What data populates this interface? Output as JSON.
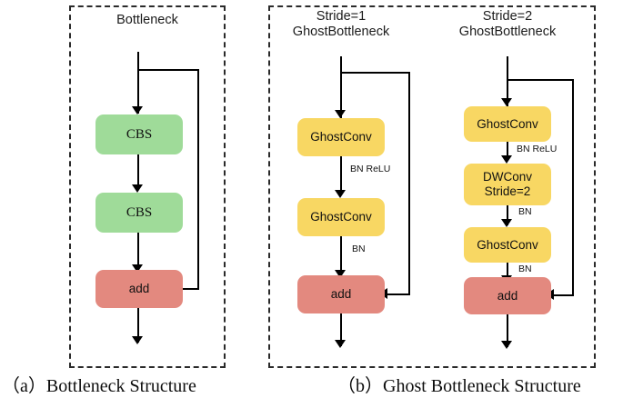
{
  "figure": {
    "panels": [
      {
        "id": "a",
        "title": "Bottleneck",
        "caption": "（a）Bottleneck Structure",
        "nodes": [
          {
            "key": "cbs1",
            "label": "CBS",
            "color": "#9FDB99"
          },
          {
            "key": "cbs2",
            "label": "CBS",
            "color": "#9FDB99"
          },
          {
            "key": "add",
            "label": "add",
            "color": "#E3897F"
          }
        ],
        "edge_labels": []
      },
      {
        "id": "b",
        "caption": "（b）Ghost Bottleneck Structure",
        "branches": [
          {
            "key": "stride1",
            "title": "Stride=1\nGhostBottleneck",
            "nodes": [
              {
                "key": "ghostconv1",
                "label": "GhostConv",
                "color": "#F8D763"
              },
              {
                "key": "ghostconv2",
                "label": "GhostConv",
                "color": "#F8D763"
              },
              {
                "key": "add",
                "label": "add",
                "color": "#E3897F"
              }
            ],
            "edge_labels": [
              "BN ReLU",
              "BN"
            ]
          },
          {
            "key": "stride2",
            "title": "Stride=2\nGhostBottleneck",
            "nodes": [
              {
                "key": "ghostconv1",
                "label": "GhostConv",
                "color": "#F8D763"
              },
              {
                "key": "dwconv",
                "label": "DWConv\nStride=2",
                "color": "#F8D763"
              },
              {
                "key": "ghostconv2",
                "label": "GhostConv",
                "color": "#F8D763"
              },
              {
                "key": "add",
                "label": "add",
                "color": "#E3897F"
              }
            ],
            "edge_labels": [
              "BN ReLU",
              "BN",
              "BN"
            ]
          }
        ]
      }
    ],
    "colors": {
      "green": "#9FDB99",
      "yellow": "#F8D763",
      "red": "#E3897F",
      "stroke": "#000000",
      "frame": "#2a2a2a"
    }
  }
}
